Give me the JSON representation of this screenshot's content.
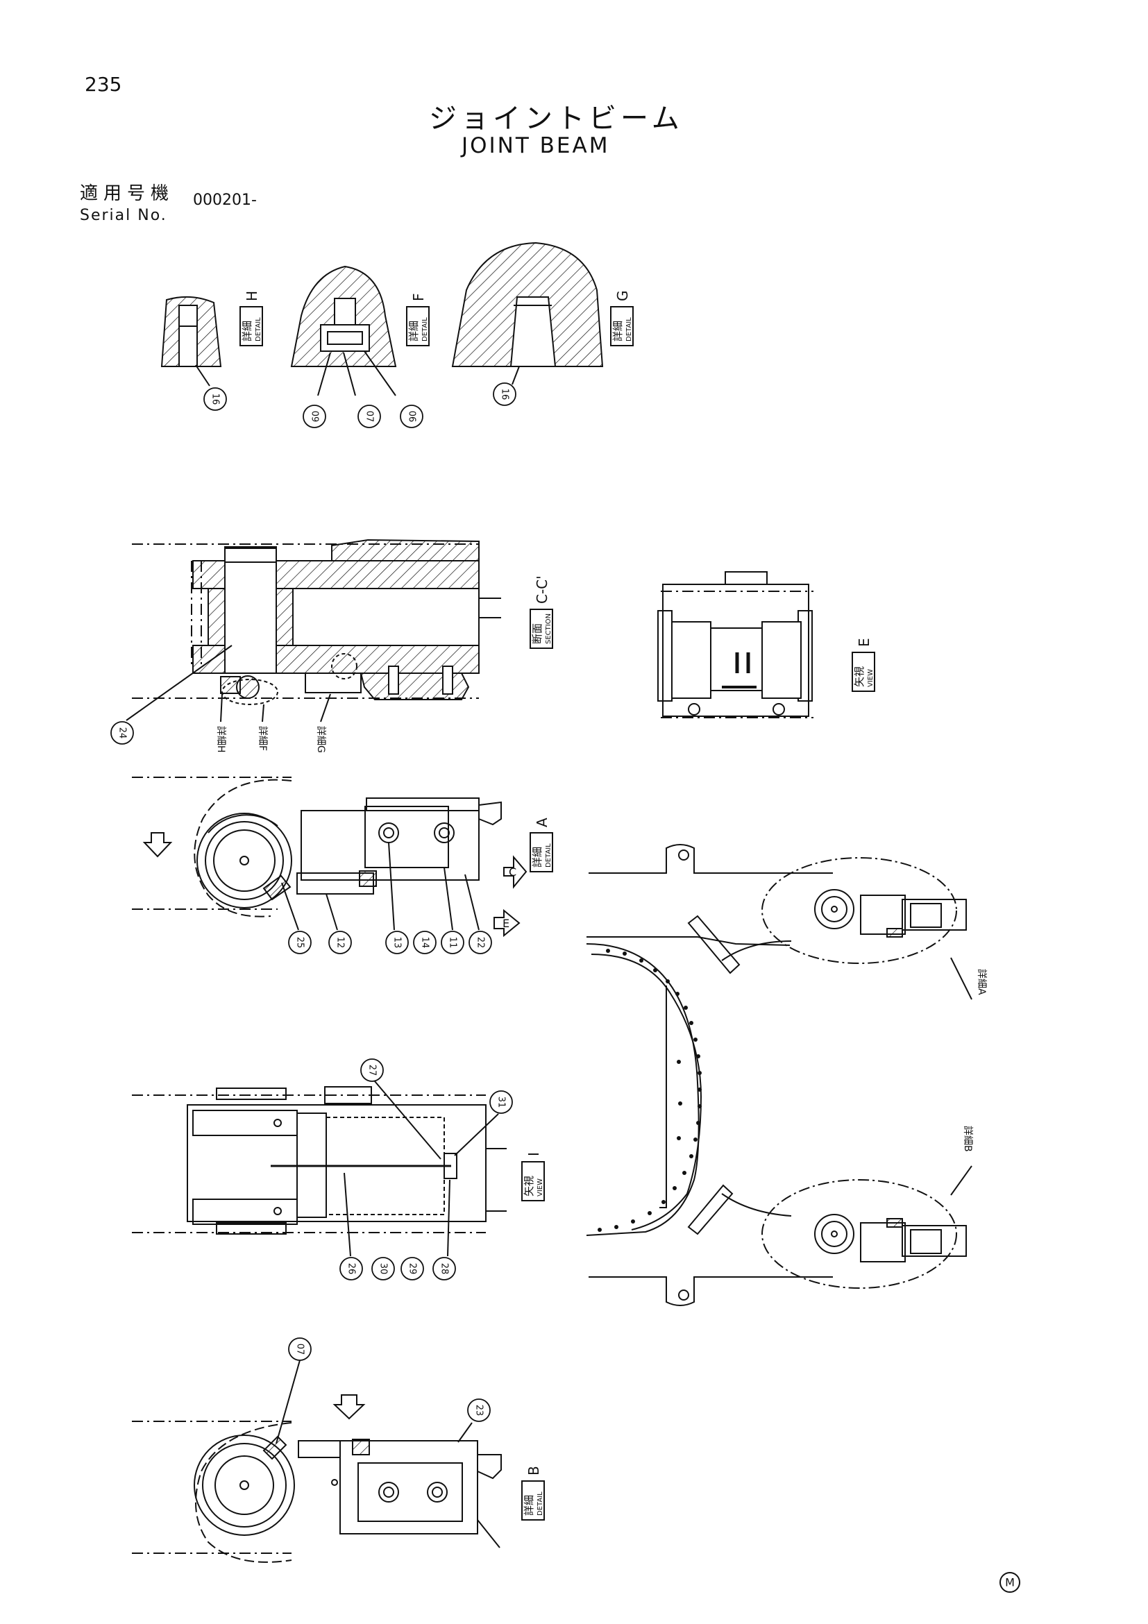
{
  "page": {
    "number": "235"
  },
  "title": {
    "jp": "ジョイントビーム",
    "en": "JOINT BEAM"
  },
  "serial": {
    "label_jp": "適用号機",
    "label_en": "Serial No.",
    "value": "000201-"
  },
  "views": {
    "detail_h": {
      "letter": "H",
      "jp": "詳細",
      "en": "DETAIL"
    },
    "detail_f": {
      "letter": "F",
      "jp": "詳細",
      "en": "DETAIL"
    },
    "detail_g": {
      "letter": "G",
      "jp": "詳細",
      "en": "DETAIL"
    },
    "section_c": {
      "letter": "C-C'",
      "jp": "断面",
      "en": "SECTION"
    },
    "view_e": {
      "letter": "E",
      "jp": "矢視",
      "en": "VIEW"
    },
    "detail_a": {
      "letter": "A",
      "jp": "詳細",
      "en": "DETAIL"
    },
    "view_i": {
      "letter": "I",
      "jp": "矢視",
      "en": "VIEW"
    },
    "detail_b": {
      "letter": "B",
      "jp": "詳細",
      "en": "DETAIL"
    }
  },
  "refs": {
    "detail_h_label": "詳細H",
    "detail_f_label": "詳細F",
    "detail_g_label": "詳細G",
    "detail_a_label": "詳細A",
    "detail_b_label": "詳細B",
    "arrow_c": "C",
    "arrow_e": "E"
  },
  "callouts": {
    "c1": "16",
    "c2": "09",
    "c3": "07",
    "c4": "06",
    "c5": "16",
    "c6": "24",
    "c7": "25",
    "c8": "12",
    "c9": "13",
    "c10": "14",
    "c11": "11",
    "c12": "22",
    "c13": "27",
    "c14": "31",
    "c15": "26",
    "c16": "30",
    "c17": "29",
    "c18": "28",
    "c19": "07",
    "c20": "23"
  },
  "footer": {
    "mark": "M"
  }
}
